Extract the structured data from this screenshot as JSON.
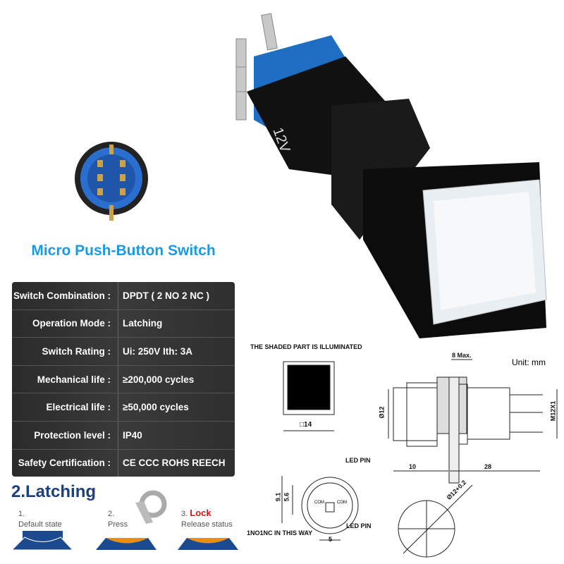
{
  "title": "Micro Push-Button Switch",
  "product": {
    "voltage_marking": "12V"
  },
  "specs": [
    {
      "label": "Switch Combination :",
      "value": "DPDT ( 2 NO 2 NC )"
    },
    {
      "label": "Operation Mode :",
      "value": "Latching"
    },
    {
      "label": "Switch Rating :",
      "value": "Ui: 250V  Ith: 3A"
    },
    {
      "label": "Mechanical life :",
      "value": "≥200,000 cycles"
    },
    {
      "label": "Electrical life :",
      "value": "≥50,000 cycles"
    },
    {
      "label": "Protection level :",
      "value": "IP40"
    },
    {
      "label": "Safety Certification :",
      "value": "CE  CCC ROHS REECH"
    }
  ],
  "latching": {
    "title": "2.Latching",
    "steps": [
      {
        "num": "1.",
        "label": "Default state"
      },
      {
        "num": "2.",
        "label": "Press"
      },
      {
        "num": "3.",
        "highlight": "Lock",
        "label": "Release status"
      }
    ]
  },
  "drawing": {
    "shaded_note": "THE SHADED PART IS ILLUMINATED",
    "unit": "Unit: mm",
    "square_dim": "□14",
    "max_dim": "8 Max.",
    "dia_dim": "Ø12",
    "thread": "M12X1",
    "len_a": "10",
    "len_b": "28",
    "led_pin": "LED PIN",
    "dim_91": "9.1",
    "dim_56": "5.6",
    "dim_5": "5",
    "com": "COM",
    "wiring_note": "1NO1NC IN THIS WAY",
    "cutout": "Ø12+0.2"
  }
}
